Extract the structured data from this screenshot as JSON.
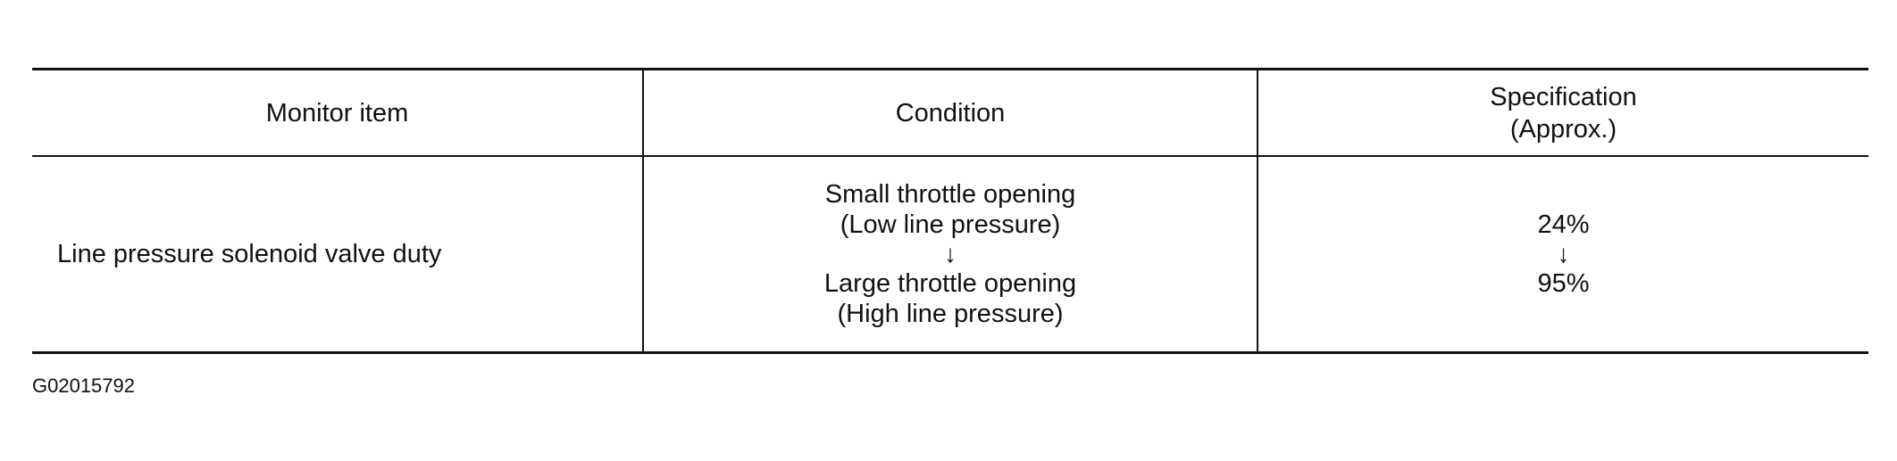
{
  "table": {
    "headers": {
      "monitor_item": "Monitor item",
      "condition": "Condition",
      "specification": [
        "Specification",
        "(Approx.)"
      ]
    },
    "rows": [
      {
        "monitor_item": "Line pressure solenoid valve duty",
        "condition": {
          "from": [
            "Small throttle opening",
            "(Low line pressure)"
          ],
          "arrow": "↓",
          "to": [
            "Large throttle opening",
            "(High line pressure)"
          ]
        },
        "specification": {
          "from": "24%",
          "arrow": "↓",
          "to": "95%"
        }
      }
    ]
  },
  "figure_code": "G02015792"
}
